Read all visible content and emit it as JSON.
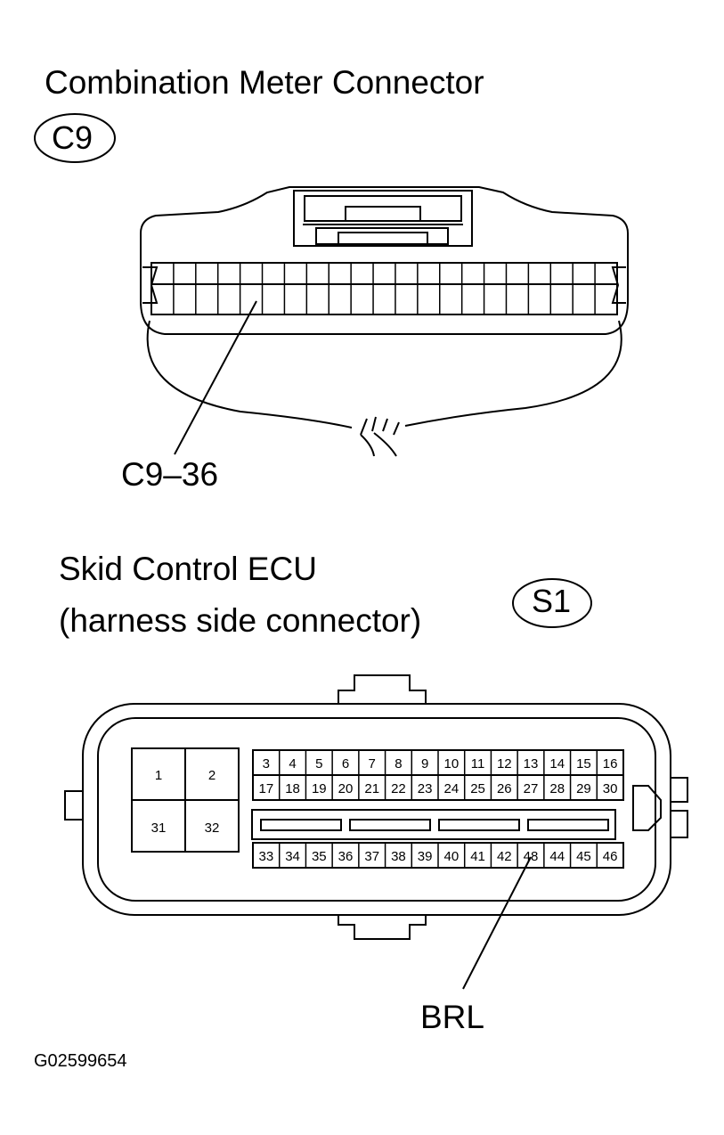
{
  "c9": {
    "title": "Combination Meter Connector",
    "connector_id": "C9",
    "callout": "C9–36"
  },
  "s1": {
    "title_line1": "Skid Control ECU",
    "title_line2": "(harness side connector)",
    "connector_id": "S1",
    "large_pins": [
      "1",
      "2",
      "31",
      "32"
    ],
    "row1_pins": [
      "3",
      "4",
      "5",
      "6",
      "7",
      "8",
      "9",
      "10",
      "11",
      "12",
      "13",
      "14",
      "15",
      "16"
    ],
    "row2_pins": [
      "17",
      "18",
      "19",
      "20",
      "21",
      "22",
      "23",
      "24",
      "25",
      "26",
      "27",
      "28",
      "29",
      "30"
    ],
    "row3_pins": [
      "33",
      "34",
      "35",
      "36",
      "37",
      "38",
      "39",
      "40",
      "41",
      "42",
      "48",
      "44",
      "45",
      "46"
    ],
    "callout": "BRL"
  },
  "figure_code": "G02599654"
}
